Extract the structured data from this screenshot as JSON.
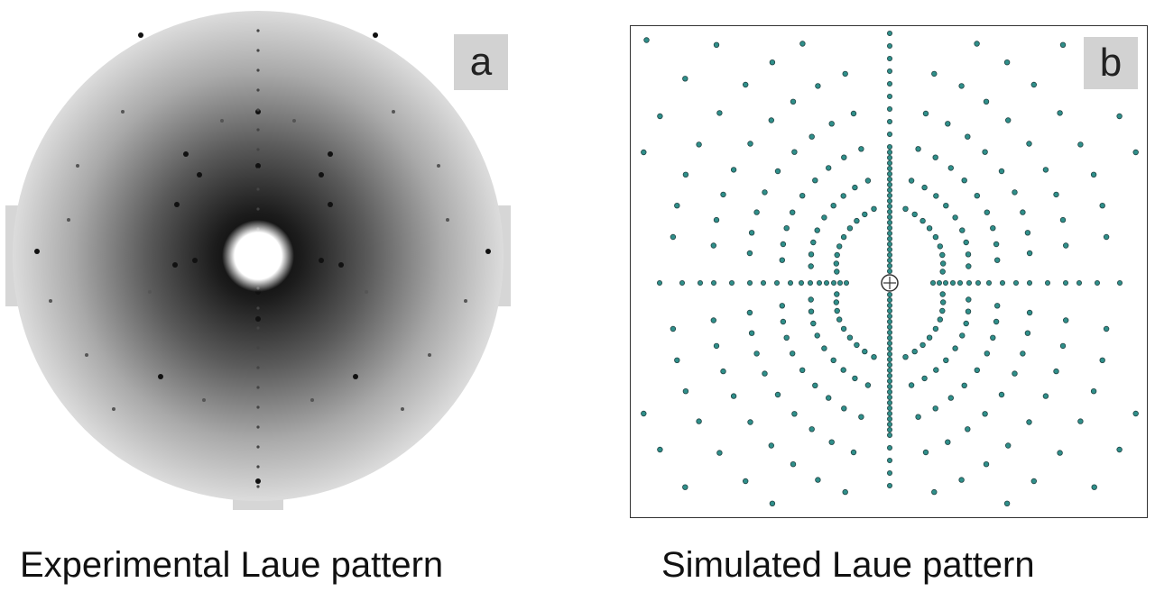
{
  "panels": [
    {
      "label": "a",
      "caption": "Experimental Laue pattern"
    },
    {
      "label": "b",
      "caption": "Simulated Laue pattern"
    }
  ],
  "colors": {
    "experimental_spot": "#111111",
    "simulated_spot": "#2f8f8a",
    "label_background": "#d2d2d2",
    "frame": "#333333"
  }
}
